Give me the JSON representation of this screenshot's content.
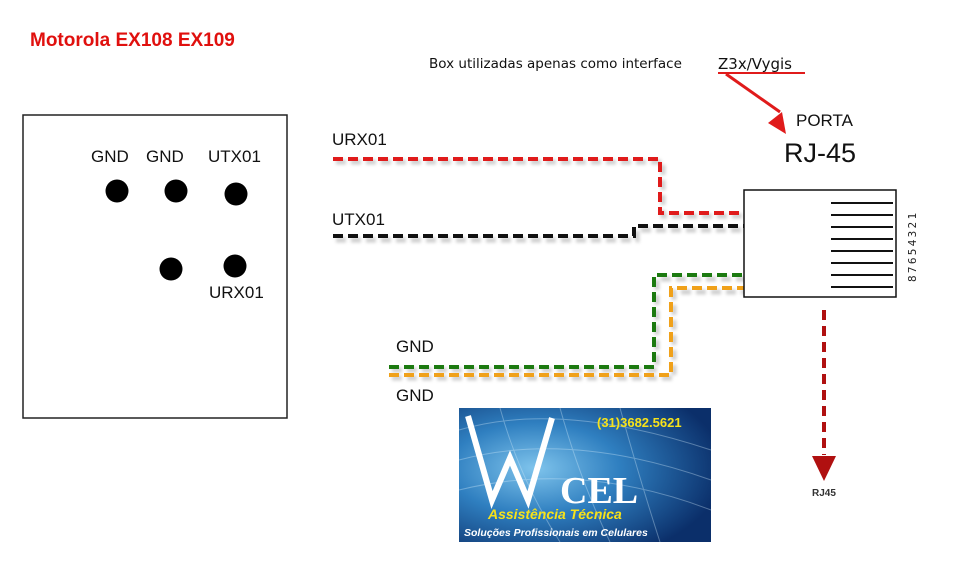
{
  "title": "Motorola EX108 EX109",
  "note": "Box utilizadas apenas como interface",
  "note_brand": "Z3x/Vygis",
  "port": {
    "label": "PORTA",
    "name": "RJ-45",
    "pin_numbers": "87654321",
    "down_label": "RJ45"
  },
  "board": {
    "pads": [
      {
        "label": "GND"
      },
      {
        "label": "GND"
      },
      {
        "label": "UTX01"
      },
      {
        "label": ""
      },
      {
        "label": "URX01"
      }
    ]
  },
  "wires": [
    {
      "label": "URX01",
      "color": "#e01b1b"
    },
    {
      "label": "UTX01",
      "color": "#111111"
    },
    {
      "label": "GND",
      "color": "#1c7a10"
    },
    {
      "label": "GND",
      "color": "#f0a11a"
    }
  ],
  "colors": {
    "title": "#e0100e",
    "arrow": "#e01b1b",
    "down_arrow": "#b01010"
  },
  "logo": {
    "phone": "(31)3682.5621",
    "brand": "CEL",
    "tagline": "Assistência Técnica",
    "subline": "Soluções Profissionais em Celulares"
  }
}
